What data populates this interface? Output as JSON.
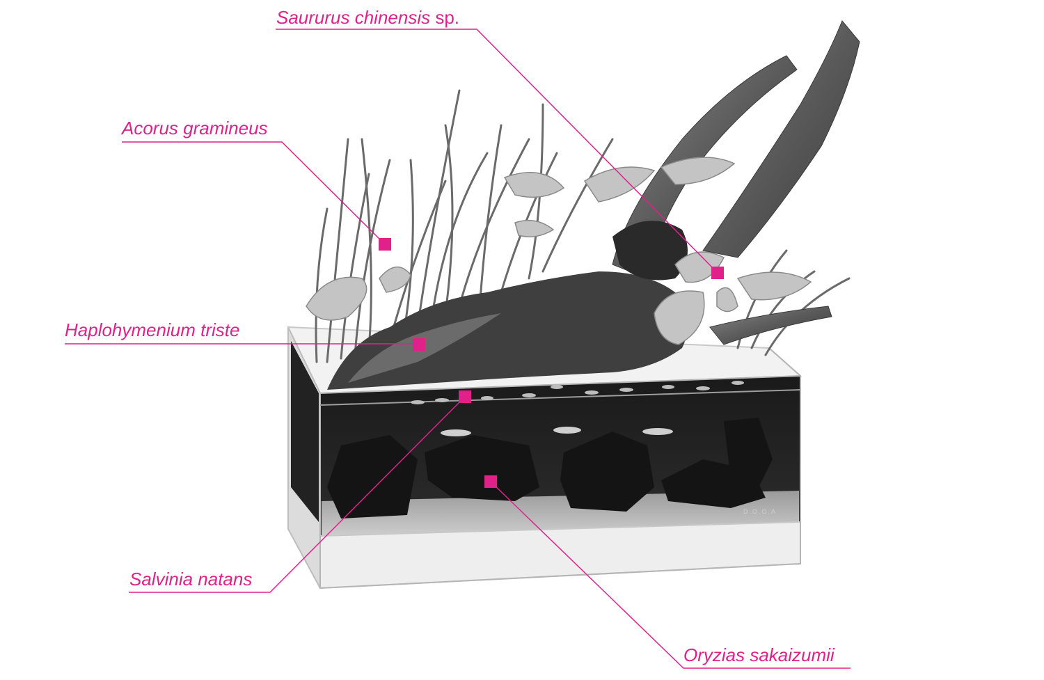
{
  "accent_color": "#e0218a",
  "brand_mark": "D.O.O.A",
  "labels": {
    "saururus": {
      "name": "Saururus chinensis",
      "suffix": " sp."
    },
    "acorus": {
      "name": "Acorus gramineus"
    },
    "haplohymenium": {
      "name": "Haplohymenium triste"
    },
    "salvinia": {
      "name": "Salvinia natans"
    },
    "oryzias": {
      "name": "Oryzias sakaizumii"
    }
  }
}
